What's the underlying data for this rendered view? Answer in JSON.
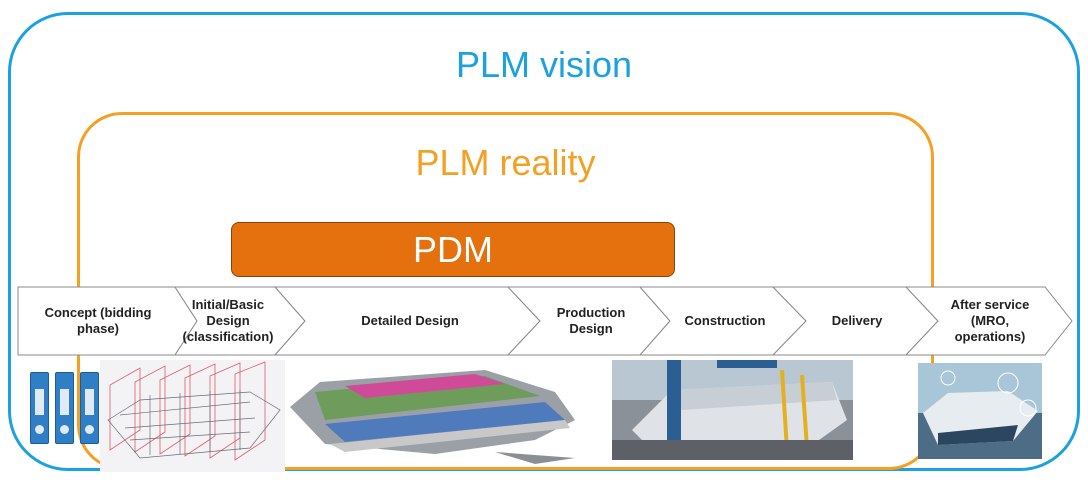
{
  "vision": {
    "title": "PLM vision",
    "color": "#1ba1dd"
  },
  "reality": {
    "title": "PLM reality",
    "color": "#f4a123"
  },
  "pdm": {
    "label": "PDM",
    "color": "#e4700e"
  },
  "stages": [
    "Concept (bidding phase)",
    "Initial/Basic Design (classification)",
    "Detailed Design",
    "Production Design",
    "Construction",
    "Delivery",
    "After service (MRO, operations)"
  ],
  "images": [
    "document-binders",
    "ship-wireframe-model",
    "cruise-ship-3d-model",
    "shipyard-construction-photo",
    "ship-in-service-photo"
  ]
}
